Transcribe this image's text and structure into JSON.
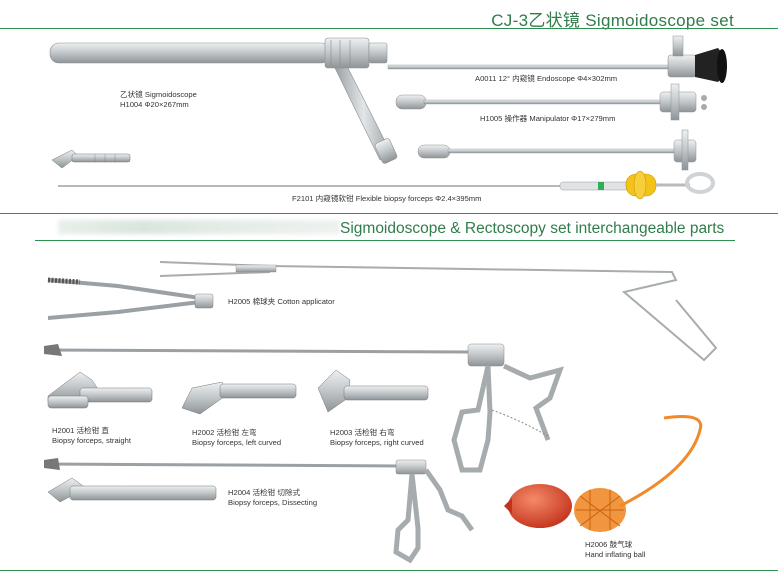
{
  "header": {
    "title": "CJ-3乙状镜 Sigmoidoscope  set"
  },
  "section2": {
    "title": "Sigmoidoscope & Rectoscopy set interchangeable parts"
  },
  "items": {
    "sigmoidoscope": {
      "line1": "乙状镜 Sigmoidoscope",
      "line2": "H1004 Φ20×267mm"
    },
    "endoscope": {
      "line1": "A0011 12° 内窥镜 Endoscope Φ4×302mm"
    },
    "manipulator": {
      "line1": "H1005 操作器 Manipulator Φ17×279mm"
    },
    "flexible_forceps": {
      "line1": "F2101 内窥镜软钳 Flexible biopsy forceps Φ2.4×395mm"
    },
    "cotton_applicator": {
      "line1": "H2005 棉球夹 Cotton applicator"
    },
    "forceps_straight": {
      "line1": "H2001 活检钳 直",
      "line2": "Biopsy forceps, straight"
    },
    "forceps_left": {
      "line1": "H2002 活检钳 左弯",
      "line2": "Biopsy forceps, left curved"
    },
    "forceps_right": {
      "line1": "H2003 活检钳 右弯",
      "line2": "Biopsy forceps, right curved"
    },
    "forceps_dissecting": {
      "line1": "H2004 活检钳 切除式",
      "line2": "Biopsy forceps, Dissecting"
    },
    "inflating_ball": {
      "line1": "H2006 鼓气球",
      "line2": "Hand inflating ball"
    }
  },
  "colors": {
    "accent": "#2f7d4a",
    "steel": "#b9bec2",
    "bulb": "#d9432a",
    "tube": "#f08a2a",
    "yellow": "#f3c31a"
  }
}
